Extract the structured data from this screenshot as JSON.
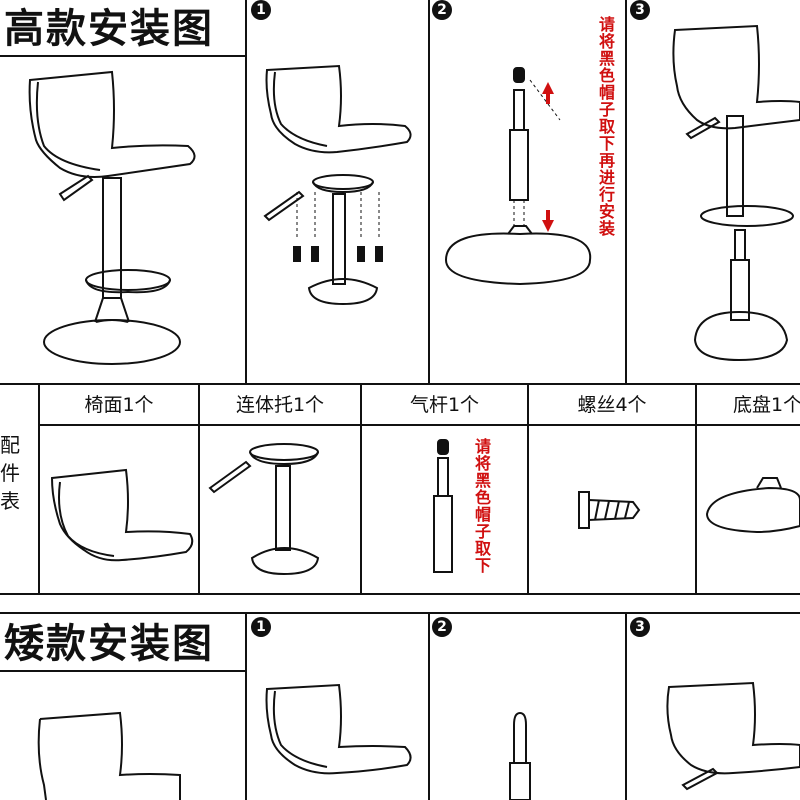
{
  "tall_section": {
    "title": "高款安装图",
    "steps": [
      "1",
      "2",
      "3"
    ],
    "note": "请将黑色帽子取下再进行安装"
  },
  "parts_table": {
    "side_label": [
      "配",
      "件",
      "表"
    ],
    "columns": [
      "椅面1个",
      "连体托1个",
      "气杆1个",
      "螺丝4个",
      "底盘1个"
    ],
    "gas_rod_note": "请将黑色帽子取下"
  },
  "short_section": {
    "title": "矮款安装图",
    "steps": [
      "1",
      "2",
      "3"
    ]
  },
  "colors": {
    "note_red": "#d01010",
    "line": "#111111"
  }
}
